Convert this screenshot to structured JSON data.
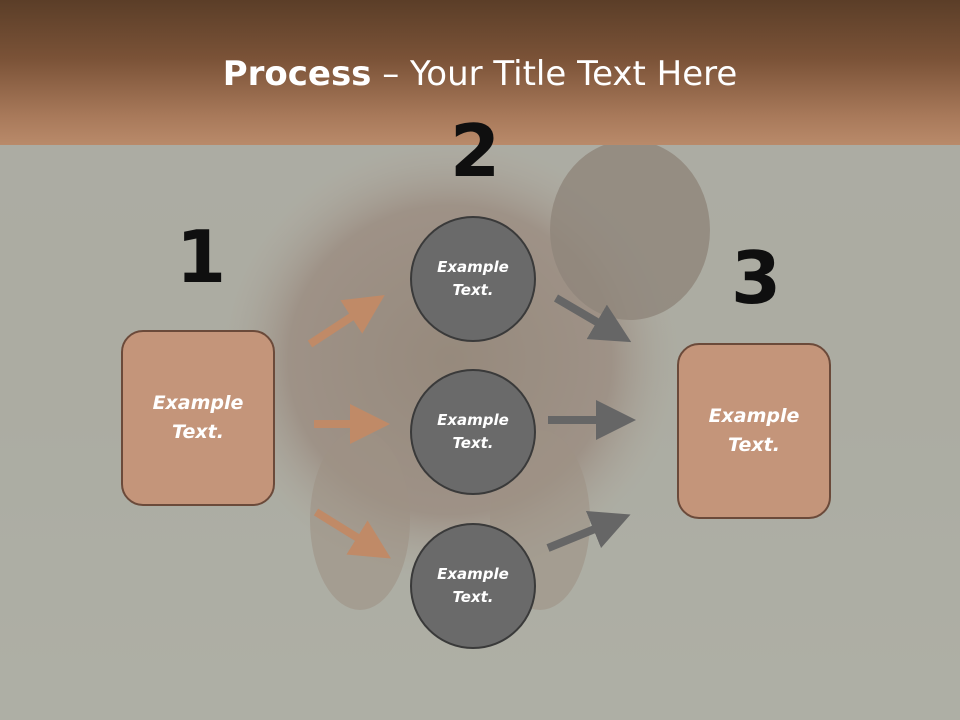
{
  "title": {
    "bold": "Process",
    "rest": " – Your Title Text Here"
  },
  "steps": {
    "step1": {
      "number": "1",
      "text_l1": "Example",
      "text_l2": "Text."
    },
    "step2": {
      "number": "2",
      "circles": [
        {
          "text_l1": "Example",
          "text_l2": "Text."
        },
        {
          "text_l1": "Example",
          "text_l2": "Text."
        },
        {
          "text_l1": "Example",
          "text_l2": "Text."
        }
      ]
    },
    "step3": {
      "number": "3",
      "text_l1": "Example",
      "text_l2": "Text."
    }
  },
  "colors": {
    "header_top": "#5b3e28",
    "header_bottom": "#b98a6a",
    "box_fill": "#c4957a",
    "circle_fill": "#6a6a6a",
    "arrow_in": "#c08a67",
    "arrow_out": "#666666"
  }
}
